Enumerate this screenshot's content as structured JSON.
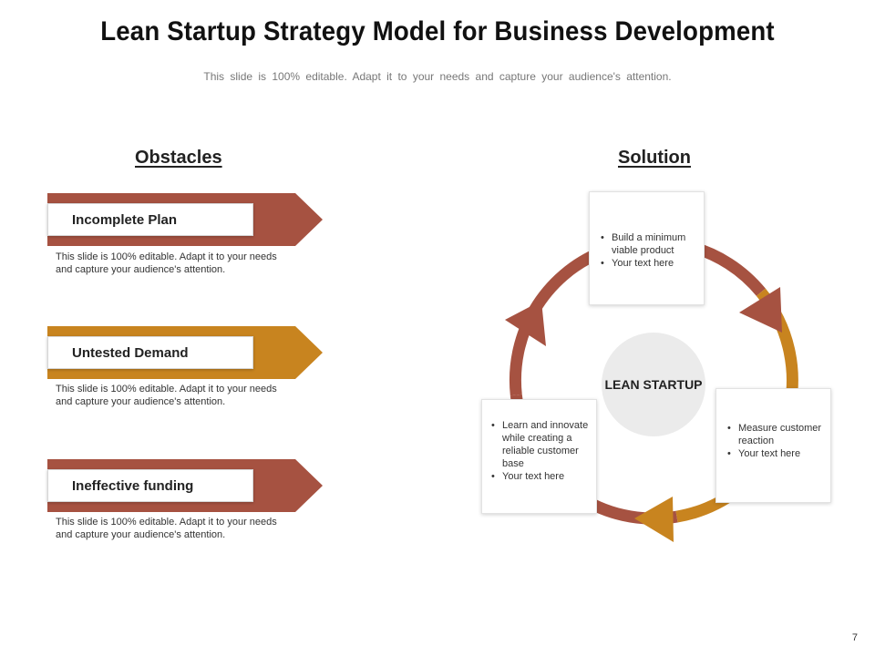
{
  "title": "Lean Startup Strategy Model for Business Development",
  "subtitle": "This slide is 100% editable.  Adapt it to your needs and capture your audience's  attention.",
  "obstacles": {
    "heading": "Obstacles",
    "items": [
      {
        "label": "Incomplete Plan",
        "description": "This slide is 100% editable. Adapt it to your needs and capture your audience's attention.",
        "color": "#A65241"
      },
      {
        "label": "Untested Demand",
        "description": "This slide is 100% editable. Adapt it to your needs and capture your audience's attention.",
        "color": "#C8841F"
      },
      {
        "label": "Ineffective funding",
        "description": "This slide is 100% editable. Adapt it to your needs and capture your audience's attention.",
        "color": "#A65241"
      }
    ]
  },
  "solution": {
    "heading": "Solution",
    "center_label": "LEAN STARTUP",
    "cards": [
      {
        "bullets": [
          "Build a minimum viable product",
          "Your text here"
        ]
      },
      {
        "bullets": [
          "Measure customer reaction",
          "Your text here"
        ]
      },
      {
        "bullets": [
          "Learn and innovate while creating a reliable customer base",
          "Your text here"
        ]
      }
    ],
    "colors": {
      "rust": "#A65241",
      "gold": "#C8841F"
    }
  },
  "page_number": "7"
}
